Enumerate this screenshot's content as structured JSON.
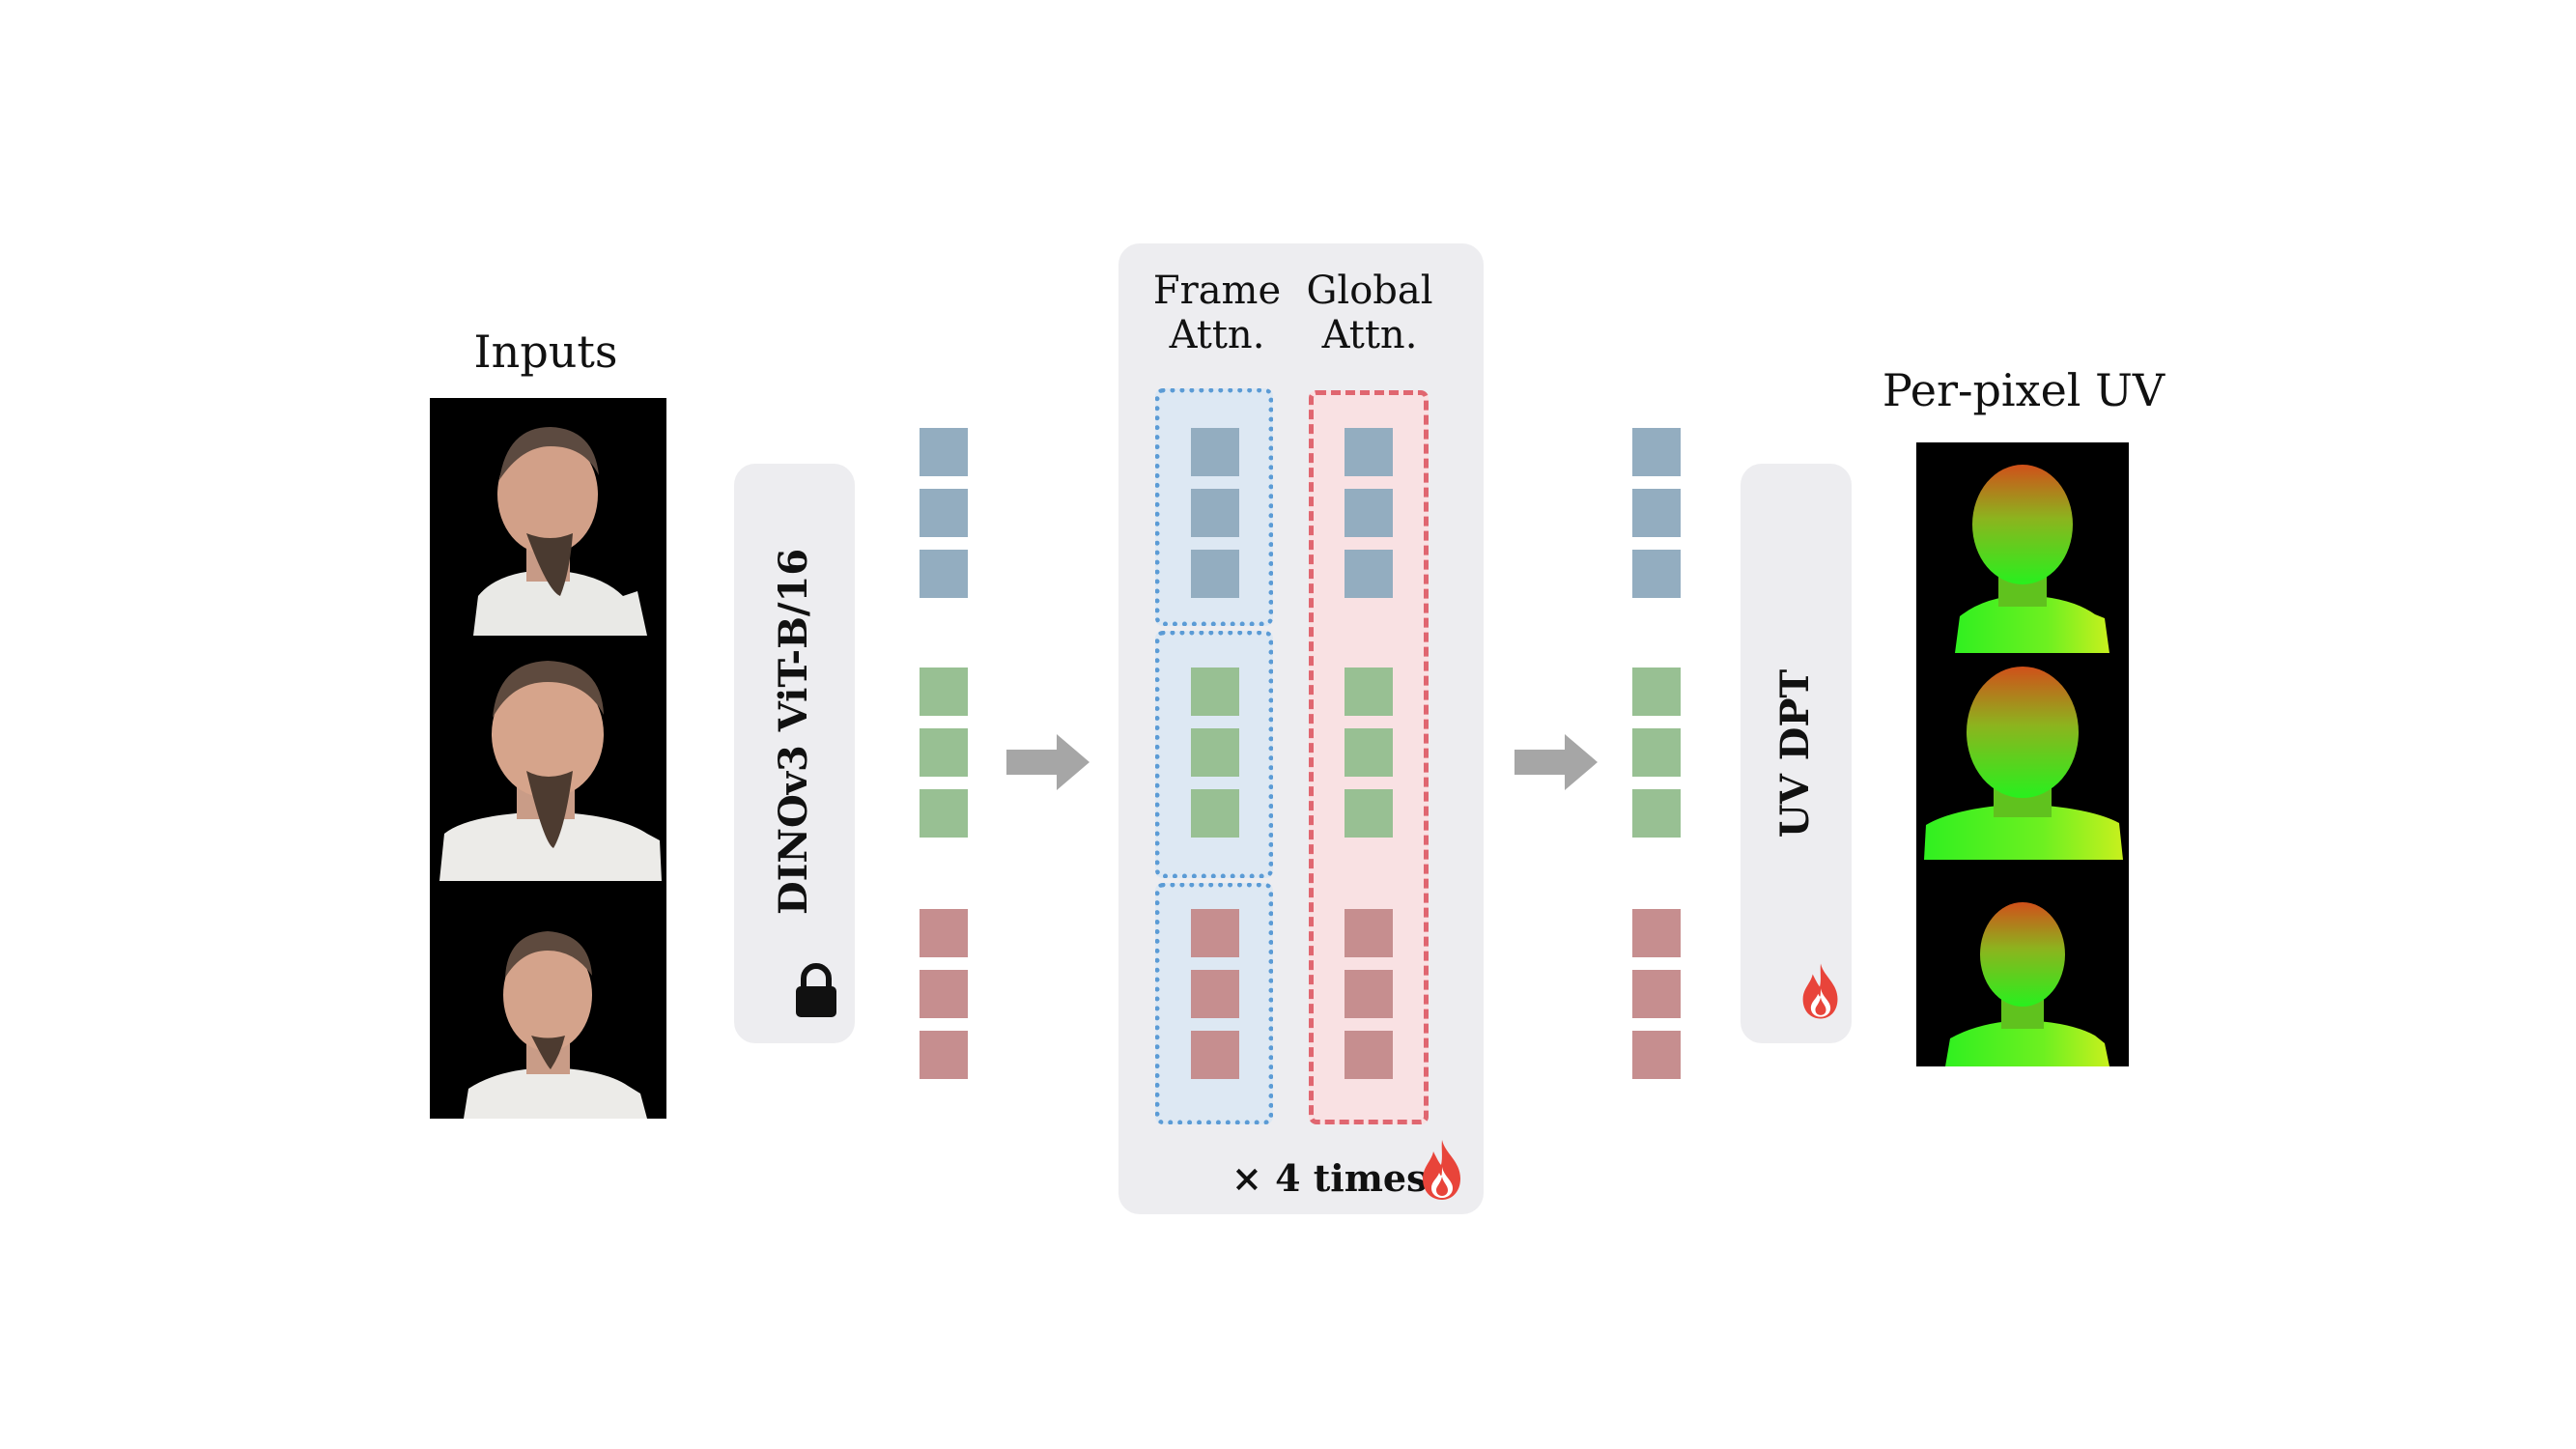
{
  "inputs": {
    "title": "Inputs",
    "frames": [
      "frame-1",
      "frame-2",
      "frame-3"
    ]
  },
  "encoder": {
    "label": "DINOv3 ViT-B/16",
    "icon": "lock-icon"
  },
  "transformer": {
    "frame_attn": {
      "line1": "Frame",
      "line2": "Attn."
    },
    "global_attn": {
      "line1": "Global",
      "line2": "Attn."
    },
    "repeat_label": "× 4 times",
    "icon": "fire-icon"
  },
  "decoder": {
    "label": "UV  DPT",
    "icon": "fire-icon"
  },
  "output": {
    "title": "Per-pixel UV",
    "frames": [
      "uv-1",
      "uv-2",
      "uv-3"
    ]
  },
  "colors": {
    "token_blue": "#93adc0",
    "token_green": "#98c093",
    "token_red": "#c68e8f",
    "panel_gray": "#ededf0",
    "frame_attn_border": "#5b9bd5",
    "global_attn_border": "#e06670",
    "arrow_gray": "#a6a6a6",
    "fire_red": "#e8443a"
  }
}
